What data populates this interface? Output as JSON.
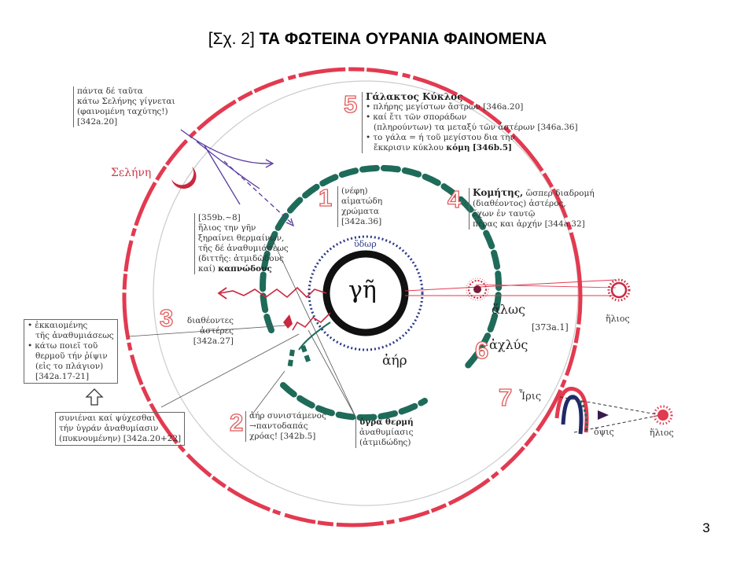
{
  "title": {
    "prefix": "[Σχ. 2]",
    "main": "ΤΑ ΦΩΤΕΙΝΑ ΟΥΡΑΝΙΑ ΦΑΙΝΟΜΕΝΑ"
  },
  "page_number": "3",
  "colors": {
    "red": "#e23a50",
    "green": "#1f6b5a",
    "blue": "#2b3a8a",
    "purple": "#5a3aa0",
    "grey": "#cccccc"
  },
  "labels": {
    "earth": "γῆ",
    "water": "ὕδωρ",
    "air": "ἀήρ",
    "moon": "Σελήνη",
    "sun_right": "ἥλιος",
    "sun_rainbow": "ἥλιος",
    "halo": "ἅλως",
    "halo_ref": "[373a.1]",
    "mist": "ἀχλύς",
    "eye": "ὄψις",
    "rainbow": "Ἶρις"
  },
  "numbers": [
    "1",
    "2",
    "3",
    "4",
    "5",
    "6",
    "7"
  ],
  "boxes": {
    "moon_note": [
      "πάντα δέ ταῦτα",
      "κάτω Σελήνης γίγνεται",
      "(φαινομένη ταχύτης!)",
      "[342a.20]"
    ],
    "milky_way": {
      "title": "Γάλακτος Κύκλος",
      "items": [
        [
          "πλήρης μεγίστων ἄστρων [346a.20]"
        ],
        [
          "καί ἔτι τῶν σποράδων",
          "(πληρούντων) τα μεταξύ τῶν ἀστέρων [346a.36]"
        ],
        [
          "το γάλα = ή τοῦ μεγίστου δια την",
          "ἔκκρισιν κύκλου"
        ]
      ],
      "last_bold": "κόμη",
      "last_ref": "[346b.5]"
    },
    "clouds": [
      "(νέφη)",
      "αἱματώδη",
      "χρώματα",
      "[342a.36]"
    ],
    "comet": {
      "title": "Κομήτης,",
      "title_rest": " ὥσπερ διαδρομή",
      "lines": [
        "(διαθέοντος) ἀστέρος,",
        "ἔχων ἐν ταυτῷ",
        "πέρας και ἀρχήν [344a.32]"
      ]
    },
    "sun_exhal": {
      "ref": "[359b.~8]",
      "lines": [
        "ἥλιος την γῆν",
        "ξηραίνει θερμαίνων,",
        "τῆς δέ ἀναθυμιάσεως",
        "(διττῆς: ἀτμιδῶδους"
      ],
      "last_prefix": "καί)",
      "last_bold": "καπνώδους"
    },
    "shooting_stars": [
      "διαθέοντες",
      "ἀστέρες",
      "[342a.27]"
    ],
    "ignited": {
      "items": [
        [
          "ἐκκαιομένης",
          "τῆς ἀναθυμιάσεως"
        ],
        [
          "κάτω ποιεῖ τοῦ",
          "θερμοῦ τήν ῥίψιν",
          "(εἰς το πλάγιον)",
          "[342a.17-21]"
        ]
      ]
    },
    "condense": [
      "συνιέναι καί ψύχεσθαι",
      "τήν ὑγράν ἀναθυμίασιν",
      "(πυκνουμένην) [342a.20+22]"
    ],
    "air_colors": [
      "ἀήρ συνιστάμενος",
      "→παντοδαπάς",
      "χρόας! [342b.5]"
    ],
    "wet_exhal": {
      "title": "ὑγρά θερμή",
      "lines": [
        "ἀναθυμίασις",
        "(ἀτμιδώδης)"
      ]
    }
  }
}
